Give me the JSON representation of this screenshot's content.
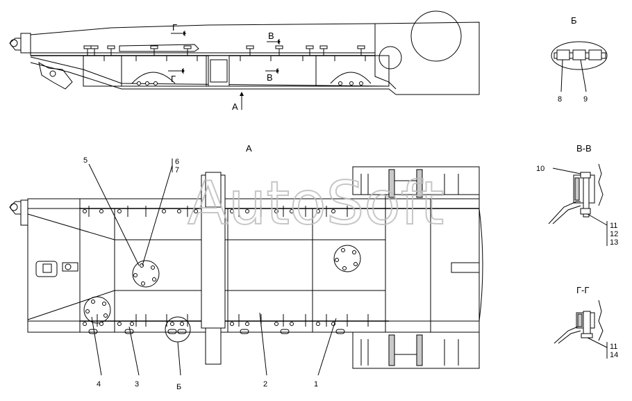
{
  "views": {
    "view_a_title": "А",
    "view_b_title": "Б",
    "section_vv_title": "В-В",
    "section_gg_title": "Г-Г",
    "arrow_g_top": "Г",
    "arrow_g_bottom": "Г",
    "arrow_v_top": "В",
    "arrow_v_bottom": "В",
    "arrow_a": "А"
  },
  "callouts": {
    "c1": "1",
    "c2": "2",
    "c3": "3",
    "c4": "4",
    "c5": "5",
    "c6": "6",
    "c7": "7",
    "c8": "8",
    "c9": "9",
    "c10": "10",
    "c11a": "11",
    "c12": "12",
    "c13": "13",
    "c11b": "11",
    "c14": "14",
    "cB": "Б"
  },
  "watermark": "AutoSoft"
}
